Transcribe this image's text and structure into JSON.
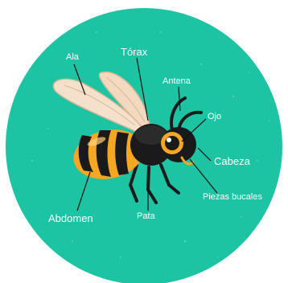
{
  "diagram": {
    "labels": {
      "ala": "Ala",
      "torax": "Tórax",
      "antena": "Antena",
      "ojo": "Ojo",
      "cabeza": "Cabeza",
      "piezas_bucales": "Piezas bucales",
      "abdomen": "Abdomen",
      "pata": "Pata"
    }
  },
  "colors": {
    "circle_background": "#1dc4a4",
    "page_background": "#ffffff",
    "bee_yellow": "#f5a623",
    "bee_black": "#1a1a1a",
    "wing": "#f2d9c0",
    "label_text": "#ffffff",
    "leader_line": "#111111"
  }
}
